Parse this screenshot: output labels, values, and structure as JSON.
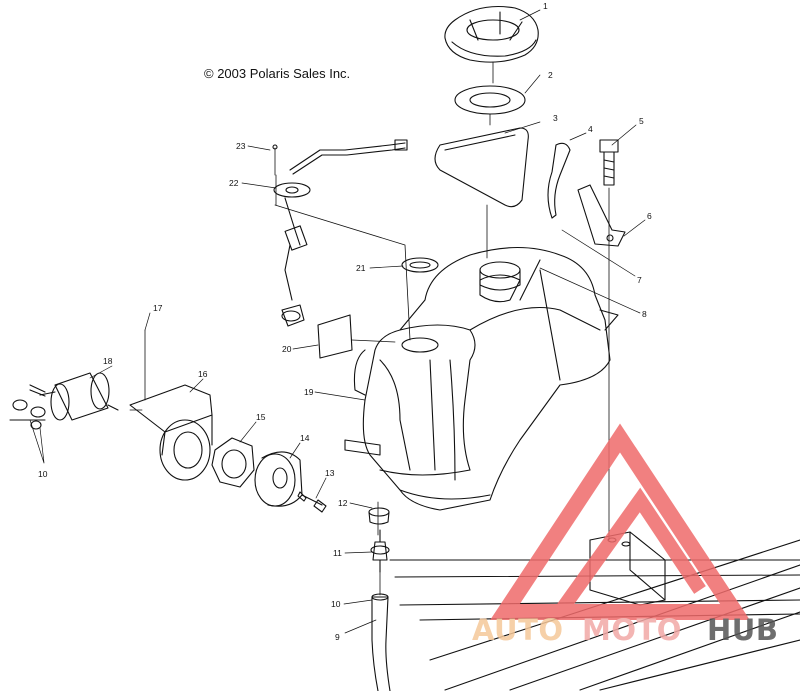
{
  "copyright": "© 2003 Polaris Sales Inc.",
  "callouts": [
    {
      "id": "c1",
      "text": "1"
    },
    {
      "id": "c2",
      "text": "2"
    },
    {
      "id": "c3",
      "text": "3"
    },
    {
      "id": "c4",
      "text": "4"
    },
    {
      "id": "c5",
      "text": "5"
    },
    {
      "id": "c6",
      "text": "6"
    },
    {
      "id": "c7",
      "text": "7"
    },
    {
      "id": "c8",
      "text": "8"
    },
    {
      "id": "c9",
      "text": "9"
    },
    {
      "id": "c10a",
      "text": "10"
    },
    {
      "id": "c10b",
      "text": "10"
    },
    {
      "id": "c11",
      "text": "11"
    },
    {
      "id": "c12",
      "text": "12"
    },
    {
      "id": "c13",
      "text": "13"
    },
    {
      "id": "c14",
      "text": "14"
    },
    {
      "id": "c15",
      "text": "15"
    },
    {
      "id": "c16",
      "text": "16"
    },
    {
      "id": "c17",
      "text": "17"
    },
    {
      "id": "c18",
      "text": "18"
    },
    {
      "id": "c19",
      "text": "19"
    },
    {
      "id": "c20",
      "text": "20"
    },
    {
      "id": "c21",
      "text": "21"
    },
    {
      "id": "c22",
      "text": "22"
    },
    {
      "id": "c23",
      "text": "23"
    }
  ],
  "watermark": {
    "part1": "AUTO",
    "part2": "MOTO",
    "part3": "HUB",
    "color_auto": "#f5c89a",
    "color_moto": "#f2a9a6",
    "color_hub": "#555555",
    "triangle_color": "#ef6b6b"
  }
}
